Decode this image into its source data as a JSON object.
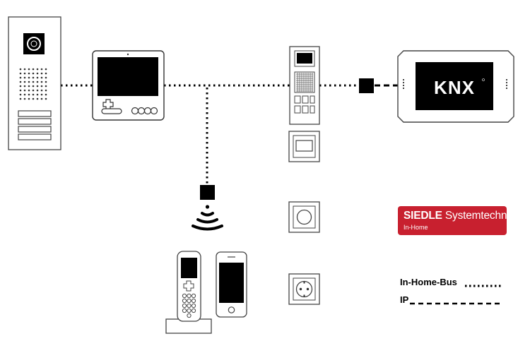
{
  "colors": {
    "line": "#000000",
    "device_fill": "#ffffff",
    "device_stroke": "#333333",
    "knx_screen": "#000000",
    "brand_red": "#c8202f"
  },
  "knx_logo": "KNX",
  "badge": {
    "brand": "SIEDLE",
    "product": "Systemtechnik",
    "subtitle": "In-Home"
  },
  "legend": {
    "bus_label": "In-Home-Bus",
    "ip_label": "IP"
  },
  "icons": [
    "door-station-icon",
    "video-panel-icon",
    "bus-interface-icon",
    "knx-panel-icon",
    "gateway-icon",
    "wireless-signal-icon",
    "dect-handset-icon",
    "smartphone-icon",
    "switch-module-icon",
    "round-button-icon",
    "socket-icon"
  ]
}
